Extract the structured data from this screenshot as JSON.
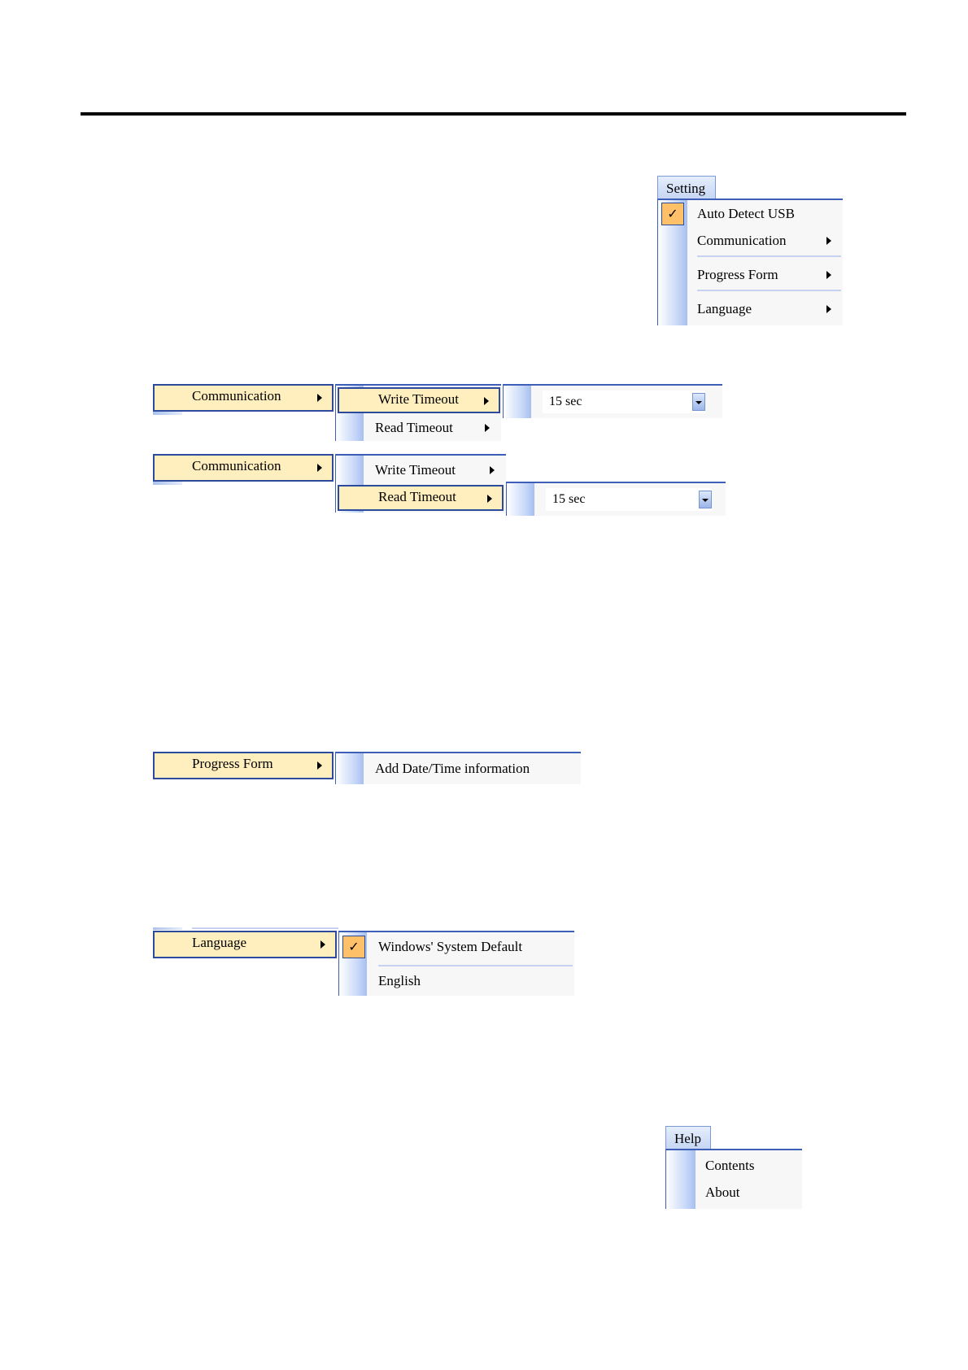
{
  "setting_menu": {
    "title": "Setting",
    "items": [
      "Auto Detect USB",
      "Communication",
      "Progress Form",
      "Language"
    ],
    "auto_detect_checked": true
  },
  "comm_write": {
    "parent": "Communication",
    "items": [
      "Write Timeout",
      "Read Timeout"
    ],
    "value": "15 sec"
  },
  "comm_read": {
    "parent": "Communication",
    "items": [
      "Write Timeout",
      "Read Timeout"
    ],
    "value": "15 sec"
  },
  "progress": {
    "parent": "Progress Form",
    "item": "Add Date/Time information"
  },
  "language": {
    "parent": "Language",
    "items": [
      "Windows' System Default",
      "English"
    ],
    "default_checked": true
  },
  "help_menu": {
    "title": "Help",
    "items": [
      "Contents",
      "About"
    ]
  },
  "colors": {
    "highlight": "#ffeebe",
    "border": "#2d4a9c",
    "check": "#ffc06a"
  }
}
